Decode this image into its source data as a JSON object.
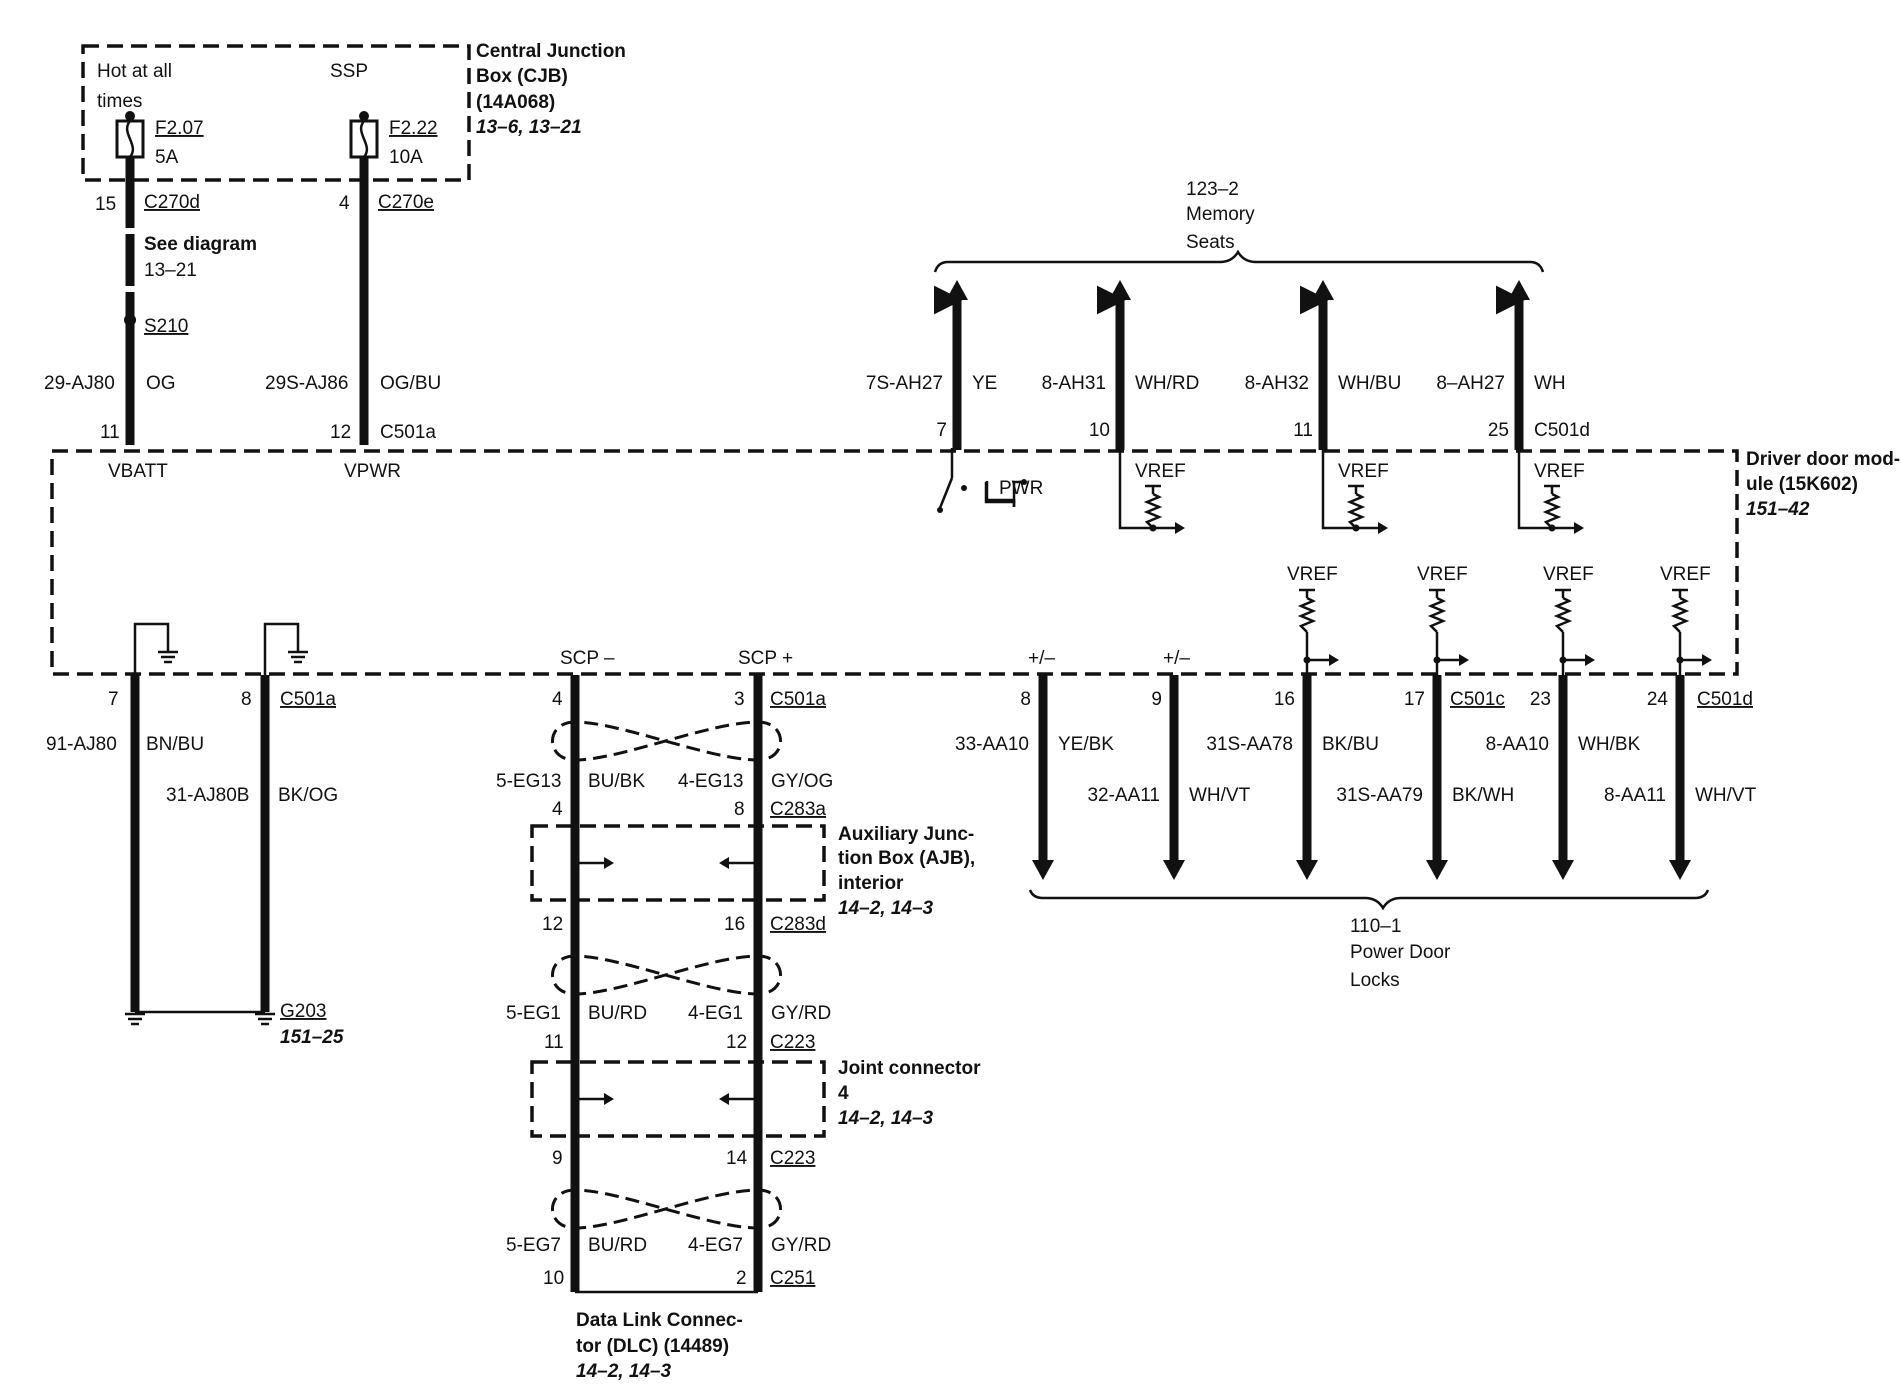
{
  "cjb": {
    "name_l1": "Central Junction",
    "name_l2": "Box (CJB)",
    "name_l3": "(14A068)",
    "ref": "13–6, 13–21",
    "hot_l1": "Hot at all",
    "hot_l2": "times",
    "ssp": "SSP",
    "fuse1_id": "F2.07",
    "fuse1_rating": "5A",
    "fuse2_id": "F2.22",
    "fuse2_rating": "10A"
  },
  "left_circuits": {
    "pin15": "15",
    "c270d": "C270d",
    "see_l1": "See diagram",
    "see_l2": "13–21",
    "s210": "S210",
    "cir1": "29-AJ80",
    "color1": "OG",
    "pin4": "4",
    "c270e": "C270e",
    "cir2": "29S-AJ86",
    "color2": "OG/BU",
    "pin11": "11",
    "pin12": "12",
    "c501a": "C501a",
    "vbatt": "VBATT",
    "vpwr": "VPWR"
  },
  "memory": {
    "l1": "123–2",
    "l2": "Memory",
    "l3": "Seats",
    "wires": [
      {
        "circuit": "7S-AH27",
        "color": "YE",
        "pin": "7"
      },
      {
        "circuit": "8-AH31",
        "color": "WH/RD",
        "pin": "10"
      },
      {
        "circuit": "8-AH32",
        "color": "WH/BU",
        "pin": "11"
      },
      {
        "circuit": "8–AH27",
        "color": "WH",
        "pin": "25"
      }
    ],
    "connector": "C501d"
  },
  "module": {
    "name_l1": "Driver door mod-",
    "name_l2": "ule (15K602)",
    "ref": "151–42",
    "pwr": "PWR",
    "vref": "VREF",
    "scp_minus": "SCP –",
    "scp_plus": "SCP +",
    "pm": "+/–"
  },
  "ground": {
    "pin7": "7",
    "pin8": "8",
    "connector": "C501a",
    "cir1": "91-AJ80",
    "color1": "BN/BU",
    "cir2": "31-AJ80B",
    "color2": "BK/OG",
    "g203": "G203",
    "g203_ref": "151–25"
  },
  "scp": {
    "pin_top_minus": "4",
    "pin_top_plus": "3",
    "conn_top": "C501a",
    "cir_a_minus": "5-EG13",
    "color_a_minus": "BU/BK",
    "cir_a_plus": "4-EG13",
    "color_a_plus": "GY/OG",
    "pin_a_minus": "4",
    "pin_a_plus": "8",
    "conn_a": "C283a",
    "ajb_l1": "Auxiliary Junc-",
    "ajb_l2": "tion Box (AJB),",
    "ajb_l3": "interior",
    "ajb_ref": "14–2, 14–3",
    "pin_b_minus": "12",
    "pin_b_plus": "16",
    "conn_b": "C283d",
    "cir_b_minus": "5-EG1",
    "color_b_minus": "BU/RD",
    "cir_b_plus": "4-EG1",
    "color_b_plus": "GY/RD",
    "pin_c_minus": "11",
    "pin_c_plus": "12",
    "conn_c": "C223",
    "jc_l1": "Joint connector",
    "jc_l2": "4",
    "jc_ref": "14–2, 14–3",
    "pin_d_minus": "9",
    "pin_d_plus": "14",
    "conn_d": "C223",
    "cir_d_minus": "5-EG7",
    "color_d_minus": "BU/RD",
    "cir_d_plus": "4-EG7",
    "color_d_plus": "GY/RD",
    "pin_e_minus": "10",
    "pin_e_plus": "2",
    "conn_e": "C251",
    "dlc_l1": "Data Link Connec-",
    "dlc_l2": "tor (DLC) (14489)",
    "dlc_ref": "14–2, 14–3"
  },
  "locks": {
    "wires": [
      {
        "pin": "8",
        "circuit": "33-AA10",
        "color": "YE/BK"
      },
      {
        "pin": "9",
        "circuit": "32-AA11",
        "color": "WH/VT"
      },
      {
        "pin": "16",
        "circuit": "31S-AA78",
        "color": "BK/BU"
      },
      {
        "pin": "17",
        "circuit": "31S-AA79",
        "color": "BK/WH"
      },
      {
        "pin": "23",
        "circuit": "8-AA10",
        "color": "WH/BK"
      },
      {
        "pin": "24",
        "circuit": "8-AA11",
        "color": "WH/VT"
      }
    ],
    "conn_c": "C501c",
    "conn_d": "C501d",
    "l1": "110–1",
    "l2": "Power Door",
    "l3": "Locks"
  }
}
